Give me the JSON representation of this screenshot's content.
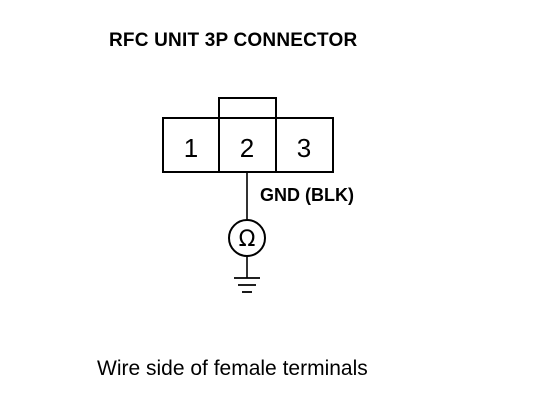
{
  "title": "RFC UNIT 3P CONNECTOR",
  "connector": {
    "pins": [
      "1",
      "2",
      "3"
    ]
  },
  "wire_label": "GND (BLK)",
  "meter_symbol": "Ω",
  "icons": {
    "meter": "ohmmeter-icon",
    "ground": "ground-icon"
  },
  "caption": "Wire side of female terminals",
  "colors": {
    "ink": "#000000",
    "background": "#ffffff"
  }
}
